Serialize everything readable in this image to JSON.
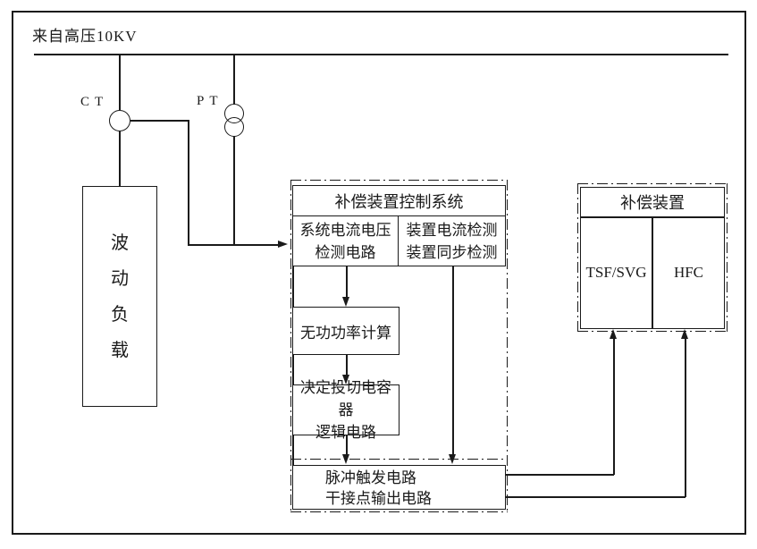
{
  "labels": {
    "source": "来自高压10KV",
    "ct": "CT",
    "pt": "PT"
  },
  "load_box": {
    "chars": [
      "波",
      "动",
      "负",
      "载"
    ]
  },
  "control_system": {
    "title": "补偿装置控制系统",
    "sys_detect": [
      "系统电流电压",
      "检测电路"
    ],
    "dev_detect": [
      "装置电流检测",
      "装置同步检测"
    ],
    "reactive_power": "无功功率计算",
    "capacitor_logic": [
      "决定投切电容器",
      "逻辑电路"
    ],
    "pulse_output": [
      "脉冲触发电路",
      "干接点输出电路"
    ]
  },
  "compensation_device": {
    "title": "补偿装置",
    "left_cell": "TSF/SVG",
    "right_cell": "HFC"
  },
  "colors": {
    "line": "#1a1a1a",
    "background": "#ffffff"
  }
}
